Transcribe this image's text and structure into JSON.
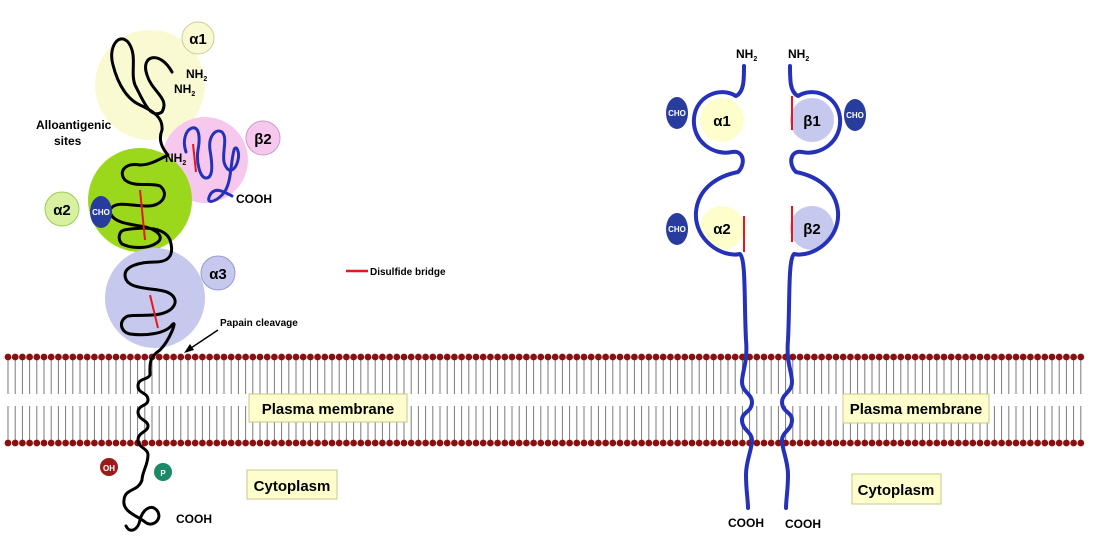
{
  "labels": {
    "alloantigenic_line1": "Alloantigenic",
    "alloantigenic_line2": "sites",
    "disulfide_legend": "Disulfide bridge",
    "papain": "Papain cleavage",
    "plasma_membrane": "Plasma membrane",
    "cytoplasm": "Cytoplasm",
    "nh2_base": "NH",
    "nh2_sub": "2",
    "cooh": "COOH",
    "cho": "CHO",
    "oh": "OH",
    "p": "P"
  },
  "domains": {
    "a1": "α1",
    "a2": "α2",
    "a3": "α3",
    "b1": "β1",
    "b2": "β2"
  },
  "colors": {
    "chain_left": "#000000",
    "chain_blue": "#2531b8",
    "disulfide": "#e8171b",
    "bead": "#8a1010",
    "membrane_tail": "#7a7a7a",
    "a1_circle": "#fafad2",
    "b2_circle": "#f7c8ee",
    "a2_circle": "#9bd81c",
    "a3_circle": "#c6c8ee",
    "label_box": "#fefecd",
    "cho_fill": "#283c9e",
    "oh_fill": "#9b1a1a",
    "p_fill": "#1a8a66"
  }
}
